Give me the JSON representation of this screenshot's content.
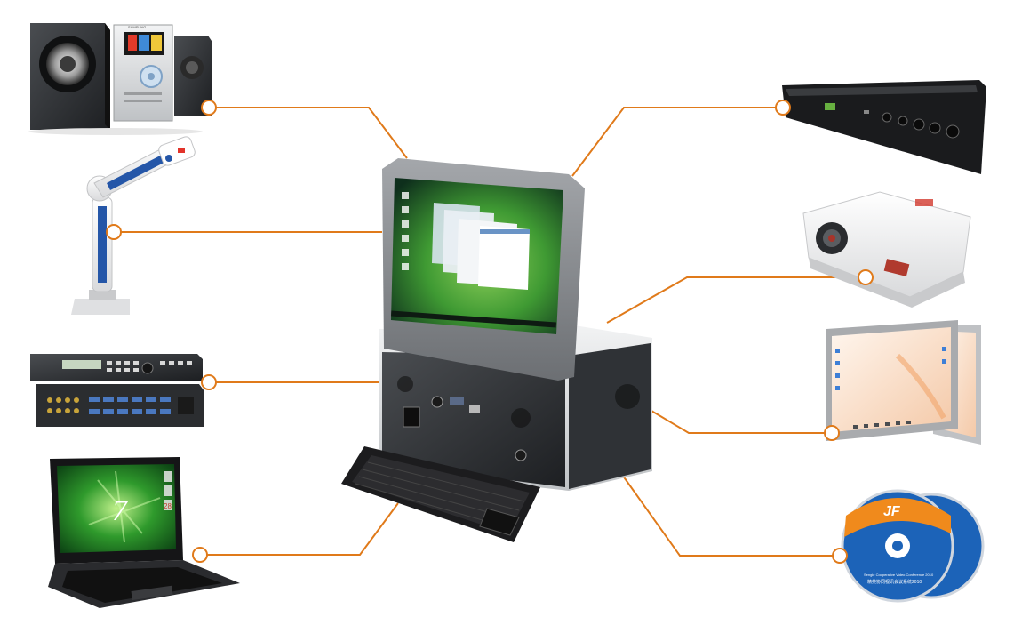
{
  "colors": {
    "connector": "#e07a1a",
    "background": "#ffffff",
    "screen_bezel": "#8a8d91",
    "screen_glass": "#1d3b2a",
    "desktop_green": "#3f9a33",
    "case_silver": "#d7d9db",
    "case_dark": "#3a3d40",
    "keyboard": "#1c1c1e",
    "laptop_screen": "#1f7a2a",
    "disc_blue": "#1c63b8",
    "disc_orange": "#f08a1c"
  },
  "devices": {
    "left": [
      "stereo-system",
      "document-camera",
      "av-matrix-switcher",
      "laptop"
    ],
    "right": [
      "video-recorder",
      "projector",
      "interactive-whiteboard",
      "software-disc"
    ],
    "center": "portable-conference-terminal"
  },
  "labels": {
    "stereo_brand": "SAMSUNG",
    "disc_logo": "JF",
    "disc_line1": "Sengle Cooperative Video Conference 2010",
    "disc_line2": "精英协同视讯会议系统2010",
    "laptop_os": "7",
    "laptop_tile_date": "28"
  }
}
